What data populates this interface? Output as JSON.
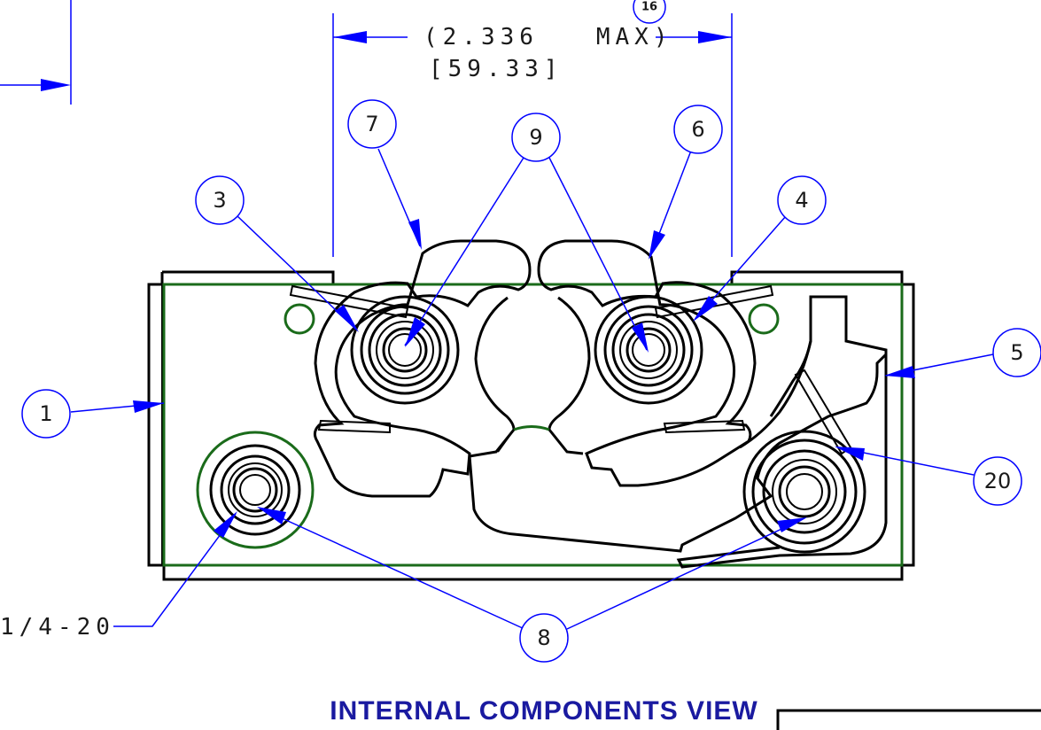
{
  "dimension": {
    "imperial": "(2.336   MAX)",
    "metric": "[59.33]",
    "note_number": "16"
  },
  "callouts": {
    "b1": "1",
    "b3": "3",
    "b4": "4",
    "b5": "5",
    "b6": "6",
    "b7": "7",
    "b8": "8",
    "b9": "9",
    "b20": "20"
  },
  "thread_label": "1/4-20",
  "view_title": "INTERNAL  COMPONENTS  VIEW",
  "colors": {
    "leader": "#0000ff",
    "outline": "#000000",
    "green": "#1a6b1a",
    "title": "#1a1aa0"
  }
}
